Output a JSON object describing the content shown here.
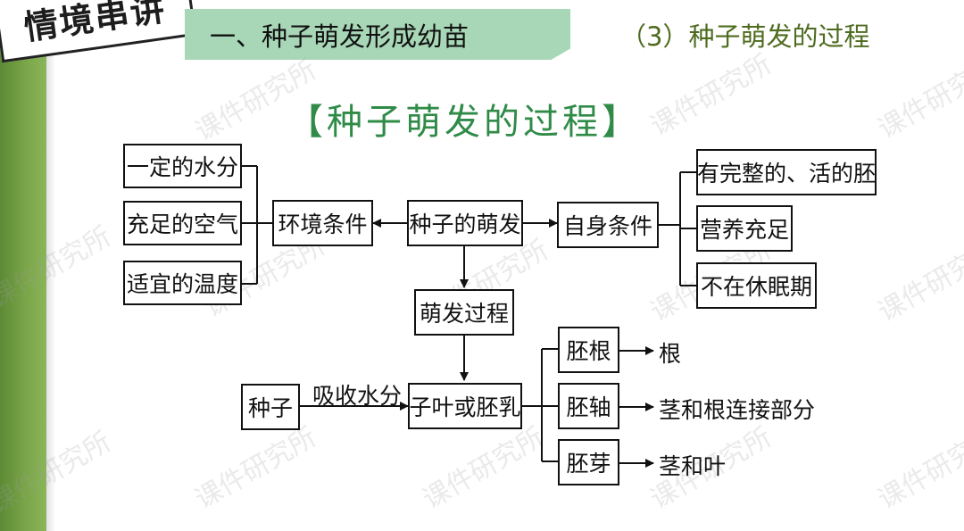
{
  "badge": "情境串讲",
  "header": {
    "section": "一、种子萌发形成幼苗",
    "subtitle": "（3）种子萌发的过程"
  },
  "diagram": {
    "title": "【种子萌发的过程】",
    "center": "种子的萌发",
    "environment": {
      "label": "环境条件",
      "items": [
        "一定的水分",
        "充足的空气",
        "适宜的温度"
      ]
    },
    "self": {
      "label": "自身条件",
      "items": [
        "有完整的、活的胚",
        "营养充足",
        "不在休眠期"
      ]
    },
    "process": {
      "label": "萌发过程",
      "seed": "种子",
      "absorb": "吸收水分",
      "cotyledon": "子叶或胚乳",
      "parts": [
        {
          "name": "胚根",
          "becomes": "根"
        },
        {
          "name": "胚轴",
          "becomes": "茎和根连接部分"
        },
        {
          "name": "胚芽",
          "becomes": "茎和叶"
        }
      ]
    }
  },
  "watermark": "课件研究所"
}
